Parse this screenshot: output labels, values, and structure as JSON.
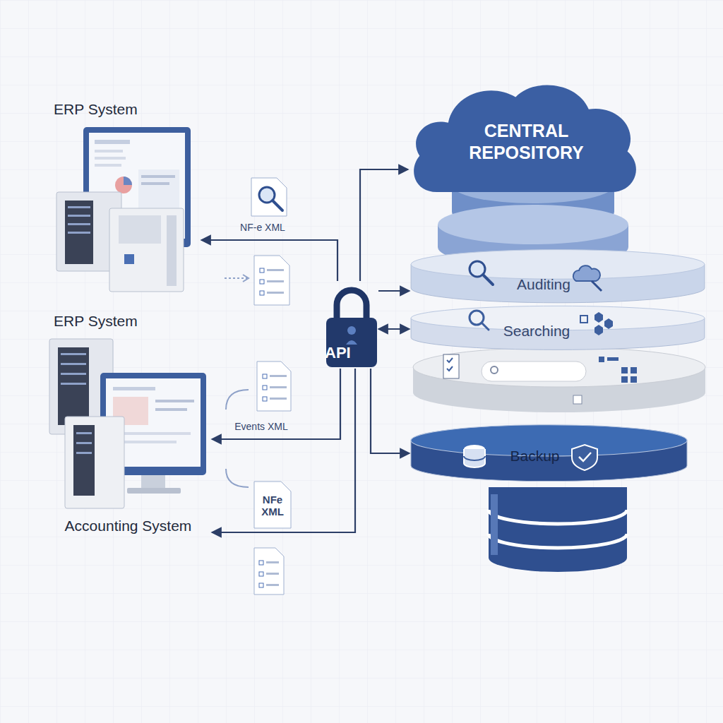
{
  "diagram": {
    "nodes": [
      {
        "text": [
          "ERP System"
        ]
      },
      {
        "text": [
          "ERP System"
        ]
      },
      {
        "text": [
          "Accounting System"
        ]
      },
      {
        "text": [
          "API"
        ]
      },
      {
        "text": [
          "CENTRAL REPOSITORY"
        ]
      },
      {
        "text": [
          "Auditing"
        ]
      },
      {
        "text": [
          "Searching"
        ]
      },
      {
        "text": [
          "Backup"
        ]
      }
    ],
    "edges": [
      {
        "from": 3,
        "to": 0,
        "label": "NF-e XML",
        "arrow": "to"
      },
      {
        "from": 3,
        "to": 1,
        "label": "Events XML",
        "arrow": "to"
      },
      {
        "from": 3,
        "to": 2,
        "label": "NFe XML",
        "arrow": "to"
      },
      {
        "from": 3,
        "to": 4,
        "arrow": "to"
      },
      {
        "from": 3,
        "to": 5,
        "arrow": "to"
      },
      {
        "from": 3,
        "to": 6,
        "arrow": "both"
      },
      {
        "from": 3,
        "to": 7,
        "arrow": "to"
      }
    ]
  }
}
